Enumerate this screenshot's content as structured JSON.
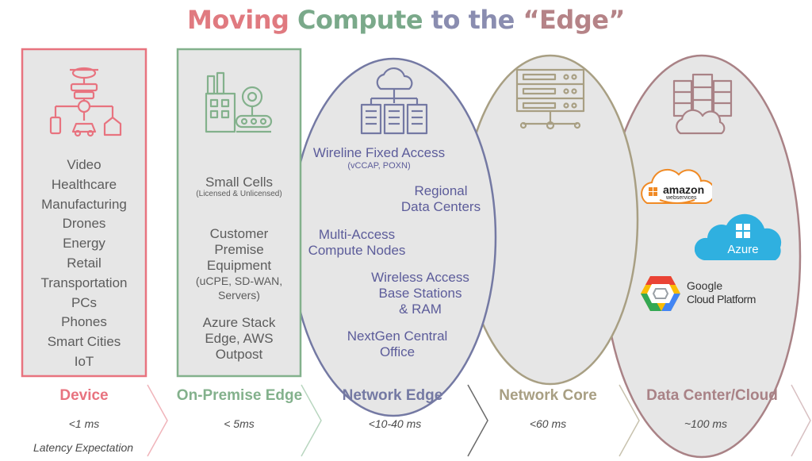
{
  "title_parts": [
    "Moving ",
    "Compute ",
    "to ",
    "the ",
    "“Edge”"
  ],
  "title_colors": [
    "#e07a80",
    "#7aa98a",
    "#8a8db0",
    "#8a8db0",
    "#b58387"
  ],
  "colors": {
    "device": "#e8737f",
    "on_premise": "#83b18c",
    "network_edge": "#7479a3",
    "network_core": "#a89f83",
    "data_center": "#a98286",
    "ellipse_fill": "#e6e6e6"
  },
  "device": {
    "items": [
      "Video",
      "Healthcare",
      "Manufacturing",
      "Drones",
      "Energy",
      "Retail",
      "Transportation",
      "PCs",
      "Phones",
      "Smart Cities",
      "IoT"
    ]
  },
  "on_premise": {
    "small_cells": "Small Cells",
    "small_cells_sub": "(Licensed & Unlicensed)",
    "cpe_1": "Customer",
    "cpe_2": "Premise",
    "cpe_3": "Equipment",
    "cpe_4": "(uCPE, SD-WAN,",
    "cpe_5": "Servers)",
    "azure_1": "Azure Stack",
    "azure_2": "Edge, AWS",
    "azure_3": "Outpost"
  },
  "network_edge": {
    "wireline": "Wireline Fixed Access",
    "wireline_sub": "(vCCAP, POXN)",
    "regional_1": "Regional",
    "regional_2": "Data Centers",
    "multi_1": "Multi-Access",
    "multi_2": "Compute Nodes",
    "wireless_1": "Wireless Access",
    "wireless_2": "Base Stations",
    "wireless_3": "& RAM",
    "nextgen_1": "NextGen Central",
    "nextgen_2": "Office"
  },
  "logos": {
    "amazon": "amazon",
    "amazon_sub": "webservices",
    "azure": "Azure",
    "google_1": "Google",
    "google_2": "Cloud Platform"
  },
  "stages": [
    {
      "name": "Device",
      "latency": "<1 ms"
    },
    {
      "name": "On-Premise Edge",
      "latency": "< 5ms"
    },
    {
      "name": "Network Edge",
      "latency": "<10-40 ms"
    },
    {
      "name": "Network Core",
      "latency": "<60 ms"
    },
    {
      "name": "Data Center/Cloud",
      "latency": "~100 ms"
    }
  ],
  "latency_caption": "Latency Expectation"
}
